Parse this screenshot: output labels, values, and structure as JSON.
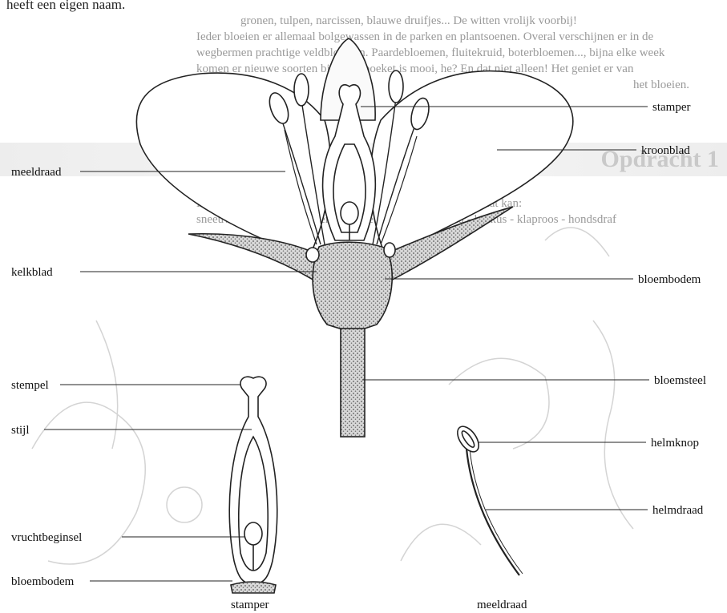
{
  "background_text": {
    "line1": "heeft een eigen naam.",
    "line2": "gronen, tulpen, narcissen, blauwe druifjes... De witten vrolijk voorbij!",
    "line3": "Ieder bloeien er allemaal bolgewassen in de parken en plantsoenen. Overal verschijnen er in de",
    "line4": "wegbermen prachtige veldbloemen. Paardebloemen, fluitekruid, boterbloemen..., bijna elke week",
    "line5": "komen er nieuwe soorten bij. Zo'n boeket is mooi, he? En dat niet alleen! Het geniet er van",
    "line6": "het bloeien.",
    "heading": "Opdracht 1",
    "line7": "Ken jij deze bloemen ook? Schrijf er de goede naam bij als dat kan:",
    "line8": "sneeuwklokje - paardebloem - zonnebloem - fluitekruid - krokus - klaproos - hondsdraf"
  },
  "labels": {
    "stamper_top": "stamper",
    "kroonblad": "kroonblad",
    "meeldraad_left": "meeldraad",
    "kelkblad": "kelkblad",
    "bloembodem_right": "bloembodem",
    "stempel": "stempel",
    "bloemsteel": "bloemsteel",
    "stijl": "stijl",
    "helmknop": "helmknop",
    "helmdraad": "helmdraad",
    "vruchtbeginsel": "vruchtbeginsel",
    "bloembodem_left": "bloembodem"
  },
  "captions": {
    "stamper": "stamper",
    "meeldraad": "meeldraad"
  }
}
